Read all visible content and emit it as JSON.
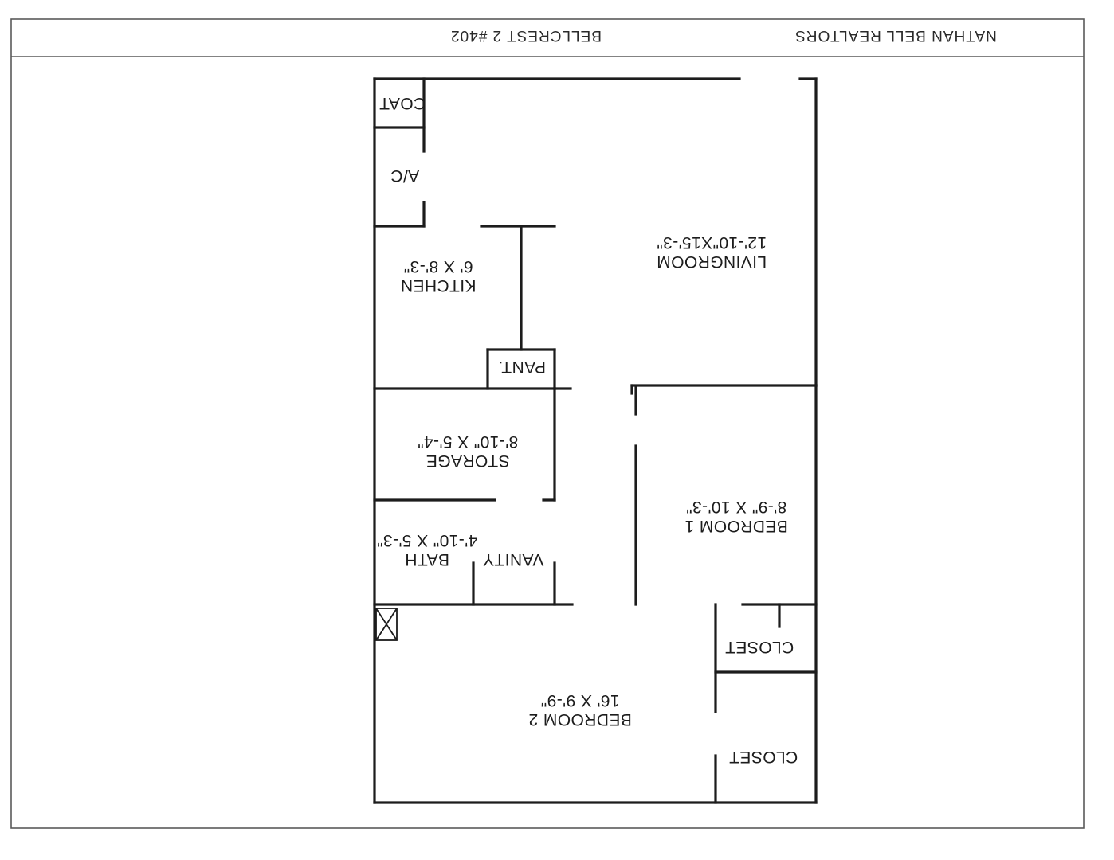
{
  "header": {
    "realtor": "NATHAN BELL REALTORS",
    "property": "BELLCREST 2 #402"
  },
  "rooms": {
    "coat": {
      "name": "COAT"
    },
    "ac": {
      "name": "A/C"
    },
    "kitchen": {
      "name": "KITCHEN",
      "size": "6' X 8'-3\""
    },
    "pantry": {
      "name": "PANT."
    },
    "living": {
      "name": "LIVINGROOM",
      "size": "12'-10\"X15'-3\""
    },
    "storage": {
      "name": "STORAGE",
      "size": "8'-10\" X 5'-4\""
    },
    "bedroom1": {
      "name": "BEDROOM 1",
      "size": "8'-9\" X 10'-3\""
    },
    "vanity": {
      "name": "VANITY"
    },
    "bath": {
      "name": "BATH",
      "size": "4'-10\" X 5'-3\""
    },
    "closet1": {
      "name": "CLOSET"
    },
    "bedroom2": {
      "name": "BEDROOM 2",
      "size": "16' X 9'-9\""
    },
    "closet2": {
      "name": "CLOSET"
    }
  }
}
